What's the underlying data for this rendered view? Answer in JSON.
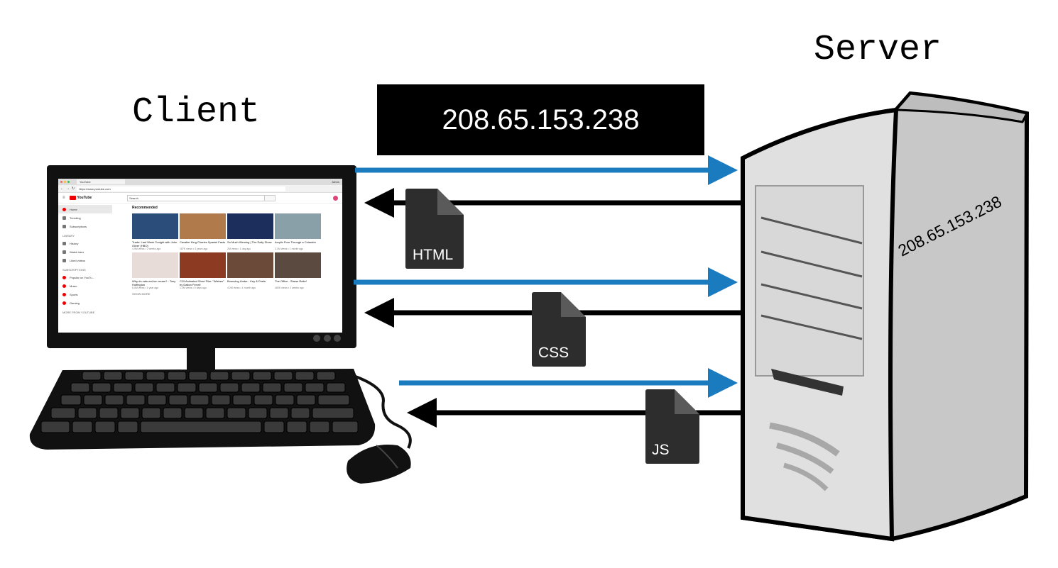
{
  "labels": {
    "client": "Client",
    "server": "Server",
    "ip_box": "208.65.153.238",
    "server_ip": "208.65.153.238"
  },
  "files": [
    {
      "label": "HTML"
    },
    {
      "label": "CSS"
    },
    {
      "label": "JS"
    }
  ],
  "colors": {
    "request_arrow": "#1a7bbf",
    "response_arrow": "#000000",
    "file_icon": "#2d2d2d",
    "server_body": "#d4d4d4"
  },
  "browser": {
    "tab_title": "YouTube",
    "account": "Alexis",
    "url": "https://www.youtube.com",
    "search_placeholder": "Search",
    "logo": "YouTube",
    "nav": [
      "Home",
      "Trending",
      "Subscriptions"
    ],
    "library_heading": "LIBRARY",
    "library": [
      "History",
      "Watch later",
      "Liked videos"
    ],
    "subscriptions_heading": "SUBSCRIPTIONS",
    "subscriptions": [
      "Popular on YouTu...",
      "Music",
      "Sports",
      "Gaming"
    ],
    "more_heading": "MORE FROM YOUTUBE",
    "section_title": "Recommended",
    "videos": [
      {
        "title": "Trade: Last Week Tonight with John Oliver (HBO)",
        "meta": "4.9M views • 2 weeks ago",
        "color": "#2a4d7a"
      },
      {
        "title": "Cavalier King Charles Spaniel Facts",
        "meta": "187K views • 3 years ago",
        "color": "#b07a4a"
      },
      {
        "title": "So Much Winning | The Daily Show",
        "meta": "2M views • 1 day ago",
        "color": "#1c2f5c"
      },
      {
        "title": "Acrylic Pour Through a Colander",
        "meta": "2.1M views • 1 month ago",
        "color": "#8aa0a8"
      },
      {
        "title": "Why do cats eat ice cream? - Tony Huffington",
        "meta": "6.4M views • 1 year ago",
        "color": "#e8dcd8"
      },
      {
        "title": "CGI Animated Short Film: \"Wishes\" by Dalton Ferrell",
        "meta": "1.2M views • 5 days ago",
        "color": "#8c3a22"
      },
      {
        "title": "Bouncing Under - Key & Peele",
        "meta": "4.2M views • 1 month ago",
        "color": "#6b4a3a"
      },
      {
        "title": "The Office - Stress Relief",
        "meta": "460K views • 2 weeks ago",
        "color": "#5a4a40"
      }
    ],
    "show_more": "SHOW MORE"
  }
}
